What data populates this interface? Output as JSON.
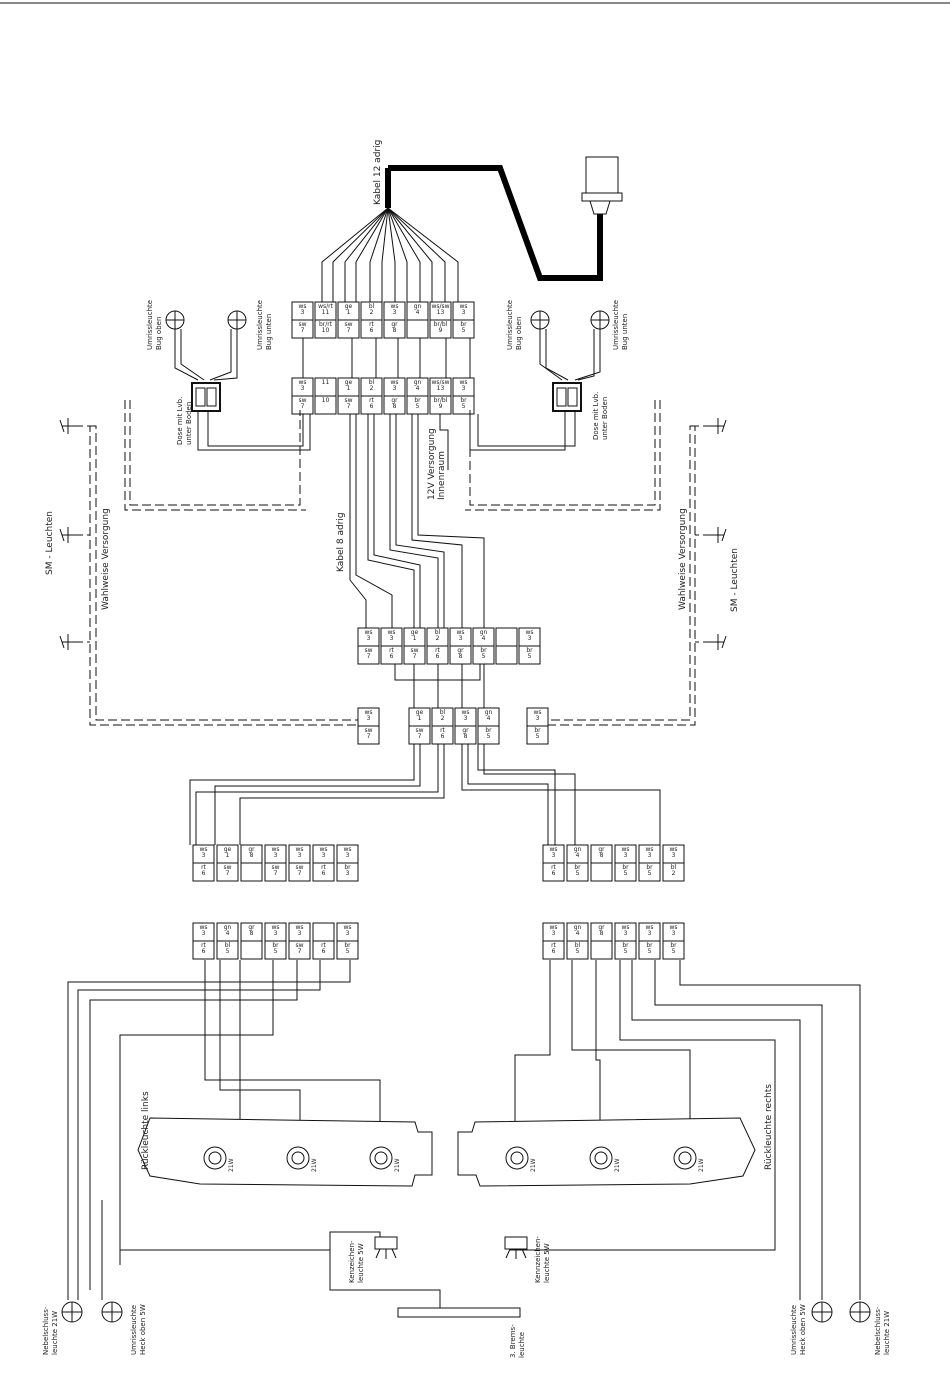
{
  "cable12": "Kabel 12 adrig",
  "cable8": "Kabel 8 adrig",
  "supply12v": [
    "12V Versorgung",
    "Innenraum"
  ],
  "box_lvb": [
    "Dose mit Lvb.",
    "unter Boden"
  ],
  "bug_oben": [
    "Umrissleuchte",
    "Bug oben"
  ],
  "bug_unten": [
    "Umrissleuchte",
    "Bug unten"
  ],
  "sm_leuchten": "SM - Leuchten",
  "wahlweise": "Wahlweise Versorgung",
  "rl_links": "Rückleuchte links",
  "rl_rechts": "Rückleuchte rechts",
  "kennz_l": [
    "Kenzeichen-",
    "leuchte 5W"
  ],
  "kennz_r": [
    "Kennzeichen-",
    "leuchte 5W"
  ],
  "brems3": [
    "3. Brems-",
    "leuchte"
  ],
  "nebel": [
    "Nebelschluss-",
    "leuchte 21W"
  ],
  "heck_oben": [
    "Umrissleuchte",
    "Heck oben 5W"
  ],
  "lamp_w": "21W",
  "t1": [
    [
      "ws",
      "3",
      "sw",
      "7"
    ],
    [
      "ws/rt",
      "11",
      "br/rt",
      "10"
    ],
    [
      "ge",
      "1",
      "sw",
      "7"
    ],
    [
      "bl",
      "2",
      "rt",
      "6"
    ],
    [
      "ws",
      "3",
      "gr",
      "8"
    ],
    [
      "gn",
      "4",
      "",
      ""
    ],
    [
      "ws/sw",
      "13",
      "br/bl",
      "9"
    ],
    [
      "ws",
      "3",
      "br",
      "5"
    ]
  ],
  "t2": [
    [
      "ws",
      "3",
      "sw",
      "7"
    ],
    [
      "11",
      "",
      "10",
      ""
    ],
    [
      "ge",
      "1",
      "sw",
      "7"
    ],
    [
      "bl",
      "2",
      "rt",
      "6"
    ],
    [
      "ws",
      "3",
      "gr",
      "8"
    ],
    [
      "gn",
      "4",
      "br",
      "5"
    ],
    [
      "ws/sw",
      "13",
      "br/bl",
      "9"
    ],
    [
      "ws",
      "3",
      "br",
      "5"
    ]
  ],
  "m1": [
    [
      "ws",
      "3",
      "sw",
      "7"
    ],
    [
      "ws",
      "3",
      "rt",
      "6"
    ],
    [
      "ge",
      "1",
      "sw",
      "7"
    ],
    [
      "bl",
      "2",
      "rt",
      "6"
    ],
    [
      "ws",
      "3",
      "gr",
      "8"
    ],
    [
      "gn",
      "4",
      "br",
      "5"
    ],
    [
      "",
      "",
      " ",
      ""
    ],
    [
      "ws",
      "3",
      "br",
      "5"
    ]
  ],
  "m2a": [
    "ws",
    "3",
    "sw",
    "7"
  ],
  "m2b": [
    [
      "ge",
      "1",
      "sw",
      "7"
    ],
    [
      "bl",
      "2",
      "rt",
      "6"
    ],
    [
      "ws",
      "3",
      "gr",
      "8"
    ],
    [
      "gn",
      "4",
      "br",
      "5"
    ]
  ],
  "m2c": [
    "ws",
    "3",
    "br",
    "5"
  ],
  "jl": [
    [
      "ws",
      "3",
      "rt",
      "6"
    ],
    [
      "ge",
      "1",
      "sw",
      "7"
    ],
    [
      "gr",
      "8",
      "",
      ""
    ],
    [
      "ws",
      "3",
      "sw",
      "7"
    ],
    [
      "ws",
      "3",
      "sw",
      "7"
    ],
    [
      "ws",
      "3",
      "rt",
      "6"
    ],
    [
      "ws",
      "3",
      "br",
      "3"
    ]
  ],
  "jr": [
    [
      "ws",
      "3",
      "rt",
      "6"
    ],
    [
      "gn",
      "4",
      "br",
      "5"
    ],
    [
      "gr",
      "8",
      "",
      ""
    ],
    [
      "ws",
      "3",
      "br",
      "5"
    ],
    [
      "ws",
      "3",
      "br",
      "5"
    ],
    [
      "ws",
      "3",
      "bl",
      "2"
    ]
  ],
  "ll": [
    [
      "ws",
      "3",
      "rt",
      "6"
    ],
    [
      "gn",
      "4",
      "bl",
      "5"
    ],
    [
      "gr",
      "8",
      "",
      ""
    ],
    [
      "ws",
      "3",
      "br",
      "5"
    ],
    [
      "ws",
      "3",
      "sw",
      "7"
    ],
    [
      "",
      "",
      "rt",
      "6"
    ],
    [
      "ws",
      "3",
      "br",
      "5"
    ]
  ],
  "lr": [
    [
      "ws",
      "3",
      "rt",
      "6"
    ],
    [
      "gn",
      "4",
      "bl",
      "5"
    ],
    [
      "gr",
      "8",
      "",
      ""
    ],
    [
      "ws",
      "3",
      "br",
      "5"
    ],
    [
      "ws",
      "3",
      "br",
      "5"
    ],
    [
      "ws",
      "3",
      "br",
      "5"
    ]
  ]
}
